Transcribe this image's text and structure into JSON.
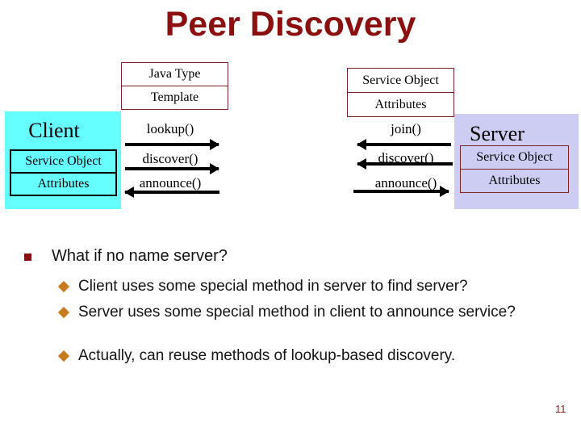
{
  "title": "Peer Discovery",
  "page_number": "11",
  "colors": {
    "title_red": "#8B1111",
    "box_border_red": "#7B2222",
    "client_fill": "#66FFFF",
    "server_fill": "#CDCDF4",
    "bullet_square": "#8B1111",
    "bullet_diamond": "#C87A1E",
    "arrow_black": "#000000",
    "page_number_red": "#8B2020"
  },
  "diagram": {
    "client": {
      "title": "Client",
      "rows": [
        "Service Object",
        "Attributes"
      ]
    },
    "server": {
      "title": "Server",
      "rows": [
        "Service Object",
        "Attributes"
      ]
    },
    "lookup_stack": {
      "rows": [
        "Java Type",
        "Template"
      ]
    },
    "announce_stack": {
      "rows": [
        "Service Object",
        "Attributes"
      ]
    },
    "client_side_arrows": [
      {
        "label": "lookup()",
        "direction": "right"
      },
      {
        "label": "discover()",
        "direction": "right"
      },
      {
        "label": "announce()",
        "direction": "left"
      }
    ],
    "server_side_arrows": [
      {
        "label": "join()",
        "direction": "left"
      },
      {
        "label": "discover()",
        "direction": "left"
      },
      {
        "label": "announce()",
        "direction": "right"
      }
    ]
  },
  "bullets": {
    "main": "What if no name server?",
    "subs": [
      "Client uses some special method in server to find server?",
      "Server uses some special method in client to announce service?",
      "Actually, can reuse methods of lookup-based discovery."
    ]
  }
}
